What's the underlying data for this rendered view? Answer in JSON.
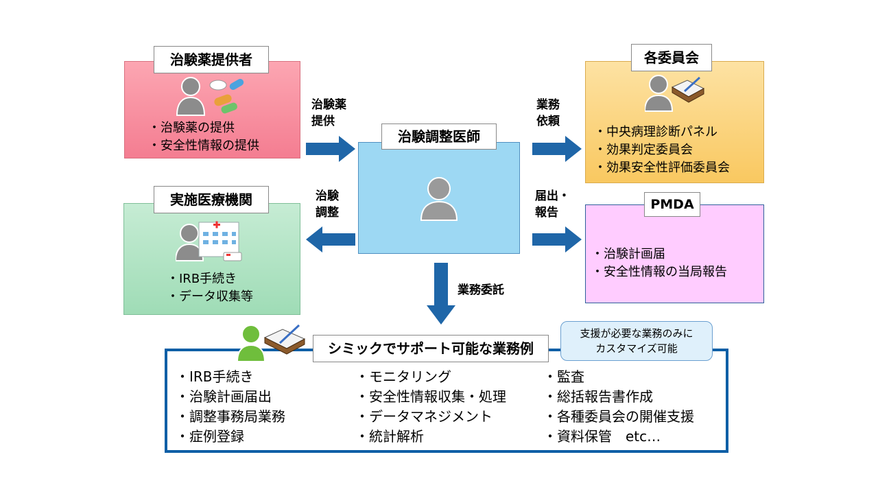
{
  "supplier": {
    "title": "治験薬提供者",
    "items": [
      "治験薬の提供",
      "安全性情報の提供"
    ]
  },
  "committees": {
    "title": "各委員会",
    "items": [
      "中央病理診断パネル",
      "効果判定委員会",
      "効果安全性評価委員会"
    ]
  },
  "institution": {
    "title": "実施医療機関",
    "items": [
      "IRB手続き",
      "データ収集等"
    ]
  },
  "pmda": {
    "title": "PMDA",
    "items": [
      "治験計画届",
      "安全性情報の当局報告"
    ]
  },
  "coordinator": {
    "title": "治験調整医師"
  },
  "arrows": {
    "supply": [
      "治験薬",
      "提供"
    ],
    "request": [
      "業務",
      "依頼"
    ],
    "coordinate": [
      "治験",
      "調整"
    ],
    "report": [
      "届出・",
      "報告"
    ],
    "delegate": "業務委託"
  },
  "services": {
    "title": "シミックでサポート可能な業務例",
    "note": [
      "支援が必要な業務のみに",
      "カスタマイズ可能"
    ],
    "col1": [
      "IRB手続き",
      "治験計画届出",
      "調整事務局業務",
      "症例登録"
    ],
    "col2": [
      "モニタリング",
      "安全性情報収集・処理",
      "データマネジメント",
      "統計解析"
    ],
    "col3": [
      "監査",
      "総括報告書作成",
      "各種委員会の開催支援",
      "資料保管　etc…"
    ]
  },
  "colors": {
    "supplier_bg": "#f98a9b",
    "committee_bg": "#fbd37c",
    "institution_bg": "#a8dfbd",
    "pmda_bg": "#ffccff",
    "coordinator_bg": "#9dd8f3",
    "arrow": "#1f66a8",
    "service_border": "#0d5fa6"
  }
}
